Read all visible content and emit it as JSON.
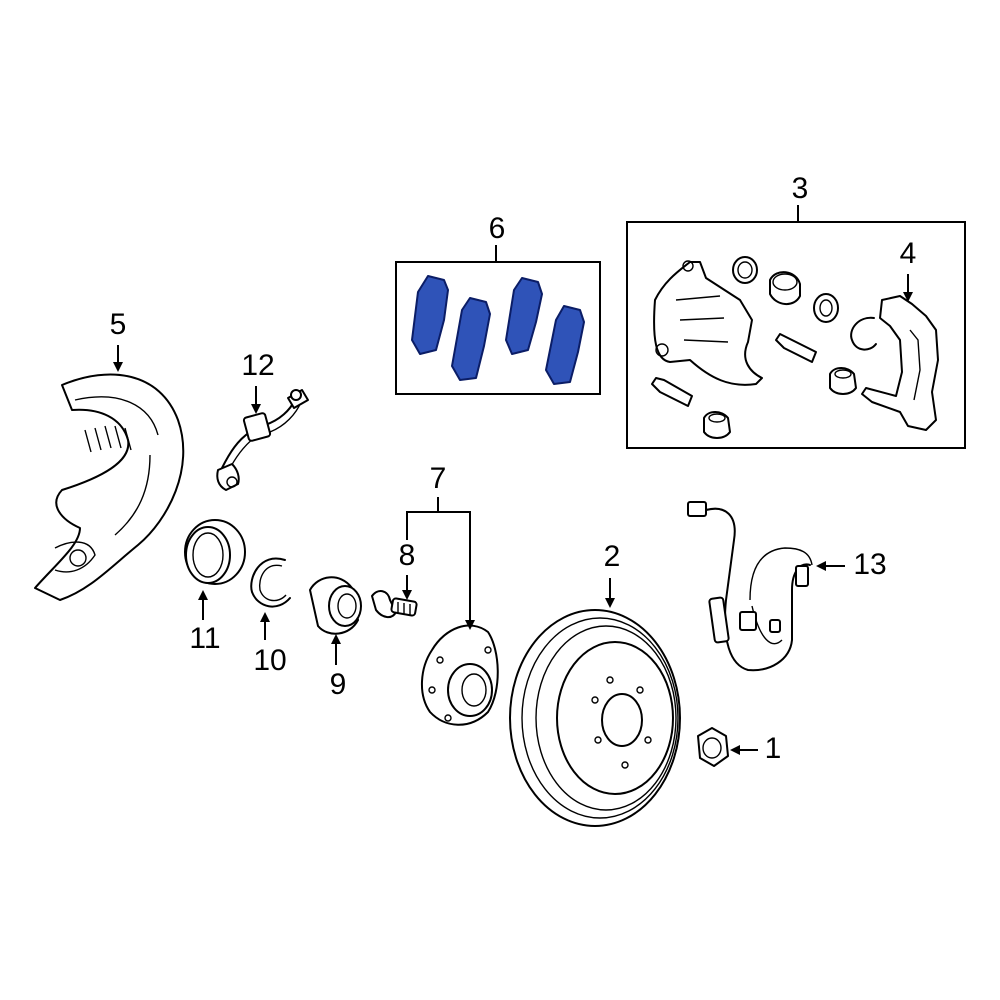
{
  "colors": {
    "line": "#000000",
    "background": "#ffffff",
    "highlight_fill": "#2f53b8",
    "highlight_stroke": "#0b1d66"
  },
  "callouts": [
    "1",
    "2",
    "3",
    "4",
    "5",
    "6",
    "7",
    "8",
    "9",
    "10",
    "11",
    "12",
    "13"
  ],
  "highlighted_part": "6"
}
